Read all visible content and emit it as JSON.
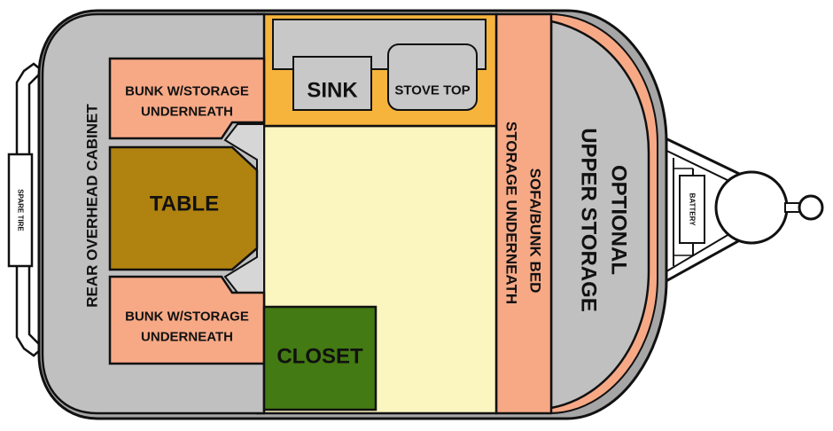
{
  "labels": {
    "rear_cabinet": "REAR OVERHEAD CABINET",
    "bunk_top_line1": "BUNK W/STORAGE",
    "bunk_top_line2": "UNDERNEATH",
    "table": "TABLE",
    "bunk_bottom_line1": "BUNK W/STORAGE",
    "bunk_bottom_line2": "UNDERNEATH",
    "sink": "SINK",
    "stove_top": "STOVE TOP",
    "closet": "CLOSET",
    "sofa_line1": "SOFA/BUNK BED",
    "sofa_line2": "STORAGE UNDERNEATH",
    "upper_line1": "OPTIONAL",
    "upper_line2": "UPPER STORAGE",
    "battery": "BATTERY",
    "spare_tire": "SPARE TIRE"
  },
  "colors": {
    "outline": "#111111",
    "shell": "#a6a6a6",
    "cabinet_gray": "#c0c0c0",
    "bunk_salmon": "#f7a986",
    "table_brown": "#b08310",
    "galley_gold": "#f7b43c",
    "floor_cream": "#fbf5c0",
    "closet_green": "#437a13",
    "counter_gray": "#c8c8c8",
    "white": "#ffffff"
  }
}
